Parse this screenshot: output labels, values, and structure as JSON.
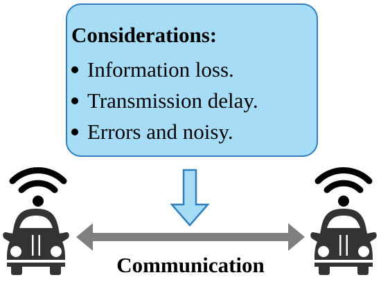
{
  "considerations": {
    "title": "Considerations:",
    "items": [
      "Information loss.",
      "Transmission delay.",
      "Errors and noisy."
    ]
  },
  "caption": "Communication",
  "colors": {
    "box_fill": "#a6dcf6",
    "box_border": "#2f7fbd",
    "down_arrow_fill": "#a6dcf6",
    "down_arrow_stroke": "#2f7fbd",
    "double_arrow": "#7f7f7f",
    "car": "#333333",
    "wifi": "#000000"
  },
  "icons": {
    "left_car": "car-icon",
    "right_car": "car-icon",
    "left_signal": "wifi-icon",
    "right_signal": "wifi-icon"
  }
}
